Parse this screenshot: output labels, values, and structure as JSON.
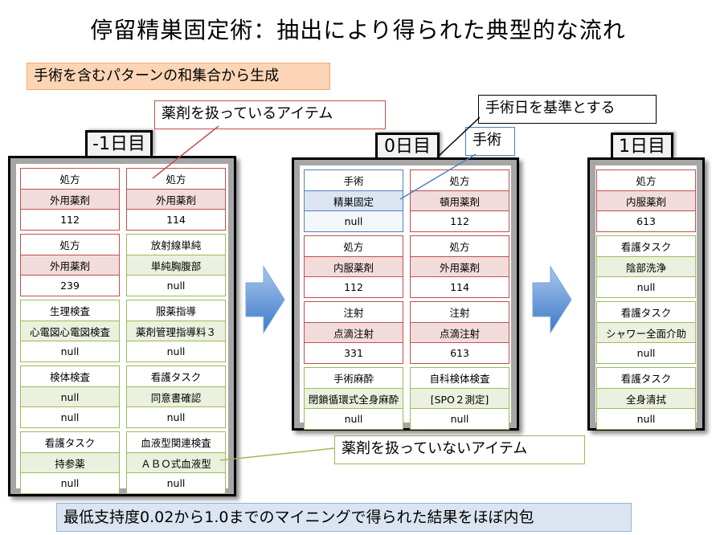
{
  "title": "停留精巣固定術：抽出により得られた典型的な流れ",
  "top_note": "手術を含むパターンの和集合から生成",
  "bottom_note": "最低支持度0.02から1.0までのマイニングで得られた結果をほぼ内包",
  "callouts": {
    "drug_items": "薬剤を扱っているアイテム",
    "surgery_day": "手術日を基準とする",
    "surgery": "手術",
    "non_drug_items": "薬剤を扱っていないアイテム"
  },
  "day_minus1": {
    "label": "-1日目",
    "cells": [
      {
        "type": "red",
        "rows": [
          "処方",
          "外用薬剤",
          "112"
        ]
      },
      {
        "type": "red",
        "rows": [
          "処方",
          "外用薬剤",
          "114"
        ]
      },
      {
        "type": "red",
        "rows": [
          "処方",
          "外用薬剤",
          "239"
        ]
      },
      {
        "type": "green",
        "rows": [
          "放射線単純",
          "単純胸腹部",
          "null"
        ]
      },
      {
        "type": "green",
        "rows": [
          "生理検査",
          "心電図心電図検査",
          "null"
        ]
      },
      {
        "type": "green",
        "rows": [
          "服薬指導",
          "薬剤管理指導料３",
          "null"
        ]
      },
      {
        "type": "green",
        "rows": [
          "検体検査",
          "null",
          "null"
        ]
      },
      {
        "type": "green",
        "rows": [
          "看護タスク",
          "同意書確認",
          "null"
        ]
      },
      {
        "type": "green",
        "rows": [
          "看護タスク",
          "持参薬",
          "null"
        ]
      },
      {
        "type": "green",
        "rows": [
          "血液型関連検査",
          "ＡＢＯ式血液型",
          "null"
        ]
      }
    ]
  },
  "day_0": {
    "label": "0日目",
    "cells": [
      {
        "type": "blue",
        "rows": [
          "手術",
          "精巣固定",
          "null"
        ]
      },
      {
        "type": "red",
        "rows": [
          "処方",
          "頓用薬剤",
          "112"
        ]
      },
      {
        "type": "red",
        "rows": [
          "処方",
          "内服薬剤",
          "112"
        ]
      },
      {
        "type": "red",
        "rows": [
          "処方",
          "外用薬剤",
          "114"
        ]
      },
      {
        "type": "red",
        "rows": [
          "注射",
          "点滴注射",
          "331"
        ]
      },
      {
        "type": "red",
        "rows": [
          "注射",
          "点滴注射",
          "613"
        ]
      },
      {
        "type": "green",
        "rows": [
          "手術麻酔",
          "閉鎖循環式全身麻酔",
          "null"
        ]
      },
      {
        "type": "green",
        "rows": [
          "自科検体検査",
          "[SPO２測定]",
          "null"
        ]
      }
    ]
  },
  "day_1": {
    "label": "1日目",
    "cells": [
      {
        "type": "red",
        "rows": [
          "処方",
          "内服薬剤",
          "613"
        ]
      },
      {
        "type": "green",
        "rows": [
          "看護タスク",
          "陰部洗浄",
          "null"
        ]
      },
      {
        "type": "green",
        "rows": [
          "看護タスク",
          "シャワー全面介助",
          "null"
        ]
      },
      {
        "type": "green",
        "rows": [
          "看護タスク",
          "全身清拭",
          "null"
        ]
      }
    ]
  },
  "colors": {
    "drug": "#c0504d",
    "non_drug": "#9bbb59",
    "surgery": "#4f81bd",
    "arrow": "#4f81bd"
  }
}
